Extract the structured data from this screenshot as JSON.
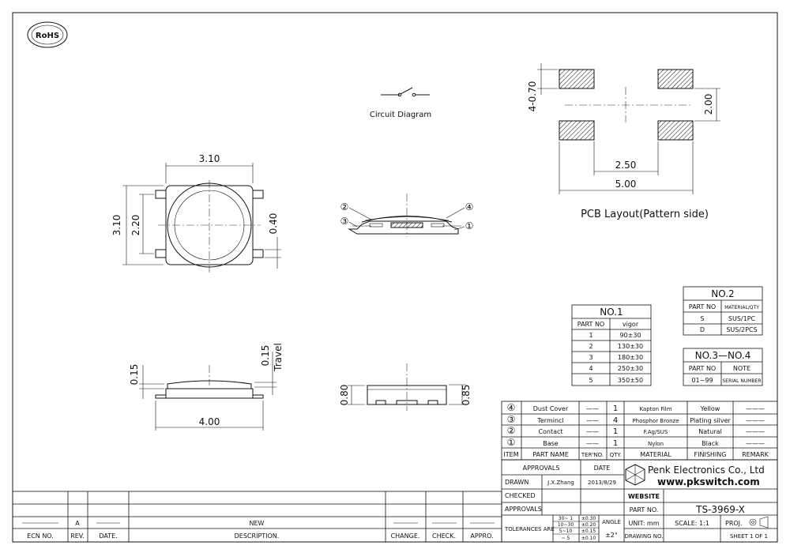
{
  "logo": {
    "rohs": "RoHS"
  },
  "circuit": {
    "label": "Circuit Diagram"
  },
  "top_view": {
    "width": "3.10",
    "height": "3.10",
    "inner": "2.20",
    "lead": "0.40"
  },
  "section": {
    "markers": [
      "②",
      "③",
      "④",
      "①"
    ]
  },
  "side_view": {
    "height": "0.15",
    "travel_value": "0.15",
    "travel_label": "Travel",
    "length": "4.00"
  },
  "front_view": {
    "left": "0.80",
    "right": "0.85"
  },
  "pcb": {
    "left_dim": "4-0.70",
    "right_dim": "2.00",
    "inner_width": "2.50",
    "outer_width": "5.00",
    "caption": "PCB Layout(Pattern side)"
  },
  "table_no1": {
    "title": "NO.1",
    "headers": [
      "PART NO",
      "vigor"
    ],
    "rows": [
      [
        "1",
        "90±30"
      ],
      [
        "2",
        "130±30"
      ],
      [
        "3",
        "180±30"
      ],
      [
        "4",
        "250±30"
      ],
      [
        "5",
        "350±50"
      ]
    ]
  },
  "table_no2": {
    "title": "NO.2",
    "headers": [
      "PART NO",
      "MATERIAL/QTY"
    ],
    "rows": [
      [
        "S",
        "SUS/1PC"
      ],
      [
        "D",
        "SUS/2PCS"
      ]
    ]
  },
  "table_no34": {
    "title": "NO.3—NO.4",
    "headers": [
      "PART NO",
      "NOTE"
    ],
    "rows": [
      [
        "01~99",
        "SERIAL NUMBER"
      ]
    ]
  },
  "bom": {
    "rows": [
      {
        "item": "④",
        "name": "Dust Cover",
        "ter": "——",
        "qty": "1",
        "material": "Kapton Film",
        "finish": "Yellow",
        "remark": "———"
      },
      {
        "item": "③",
        "name": "Termincl",
        "ter": "——",
        "qty": "4",
        "material": "Phosphor Bronze",
        "finish": "Plating silver",
        "remark": "———"
      },
      {
        "item": "②",
        "name": "Contact",
        "ter": "——",
        "qty": "1",
        "material": "F.Ag/SUS",
        "finish": "Natural",
        "remark": "———"
      },
      {
        "item": "①",
        "name": "Base",
        "ter": "——",
        "qty": "1",
        "material": "Nylon",
        "finish": "Black",
        "remark": "———"
      }
    ],
    "headers": [
      "ITEM",
      "PART NAME",
      "TER'NO.",
      "QTY.",
      "MATERIAL",
      "FINISHING",
      "REMARK"
    ]
  },
  "title_block": {
    "approvals": "APPROVALS",
    "date": "DATE",
    "drawn_label": "DRAWN",
    "drawn_by": "J.X.Zhang",
    "drawn_date": "2013/8/29",
    "checked": "CHECKED",
    "approvals2": "APPROVALS",
    "company": "Penk Electronics Co., Ltd",
    "website_url": "www.pkswitch.com",
    "website_label": "WEBSITE",
    "part_no_label": "PART NO.",
    "part_no": "TS-3969-X",
    "tolerances": "TOLERANCES ARE",
    "tol_ranges": [
      "30~ 1",
      "10~30",
      "5~10",
      "~ 5"
    ],
    "tol_values": [
      "±0.30",
      "±0.20",
      "±0.15",
      "±0.10"
    ],
    "angle_label": "ANGLE",
    "angle_value": "±2°",
    "unit": "UNIT: mm",
    "scale": "SCALE: 1:1",
    "proj": "PROJ.",
    "drawing_no": "DRAWING NO.",
    "sheet": "SHEET 1 OF 1"
  },
  "revision": {
    "rev": "A",
    "description": "NEW",
    "headers": [
      "ECN NO.",
      "REV.",
      "DATE.",
      "DESCRIPTION.",
      "CHANGE.",
      "CHECK.",
      "APPRO."
    ]
  }
}
